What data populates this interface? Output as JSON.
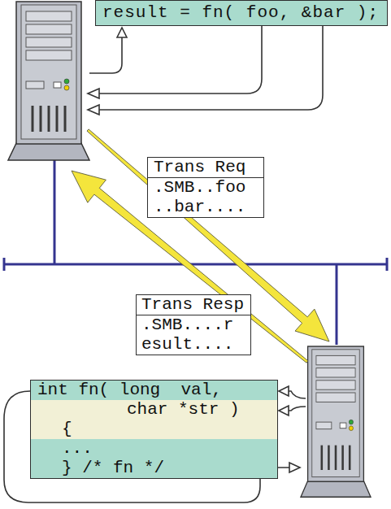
{
  "diagram": {
    "nodes": [
      {
        "text": [
          "result = fn( foo, &bar );"
        ]
      },
      {
        "text": [
          "Trans Req",
          ".SMB..foo ..bar...."
        ]
      },
      {
        "text": [
          "Trans Resp",
          ".SMB....r esult...."
        ]
      },
      {
        "text": [
          "int fn( long  val,",
          "char *str )",
          "{",
          "...",
          "} /* fn */"
        ]
      }
    ]
  }
}
